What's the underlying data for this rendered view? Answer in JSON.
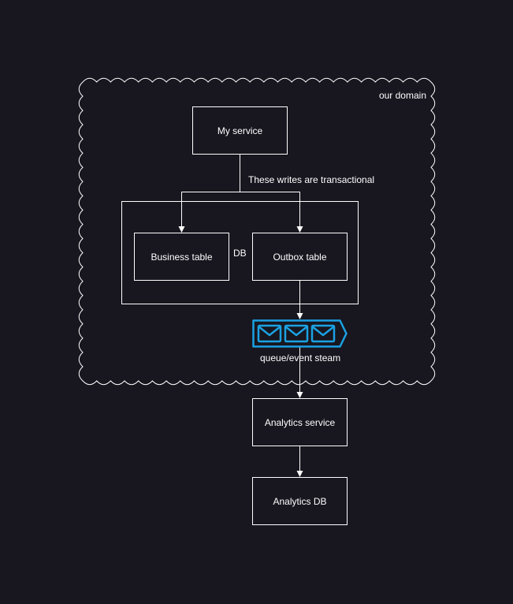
{
  "colors": {
    "background": "#18161f",
    "stroke": "#ffffff",
    "text": "#ffffff",
    "queue": "#1ba1e2"
  },
  "domain": {
    "label": "our domain"
  },
  "nodes": {
    "my_service": "My service",
    "business_table": "Business table",
    "outbox_table": "Outbox table",
    "db": "DB",
    "queue": "queue/event steam",
    "analytics_service": "Analytics service",
    "analytics_db": "Analytics DB"
  },
  "edges": {
    "transactional_note": "These writes are transactional"
  },
  "icons": {
    "queue": "message-queue-icon"
  }
}
